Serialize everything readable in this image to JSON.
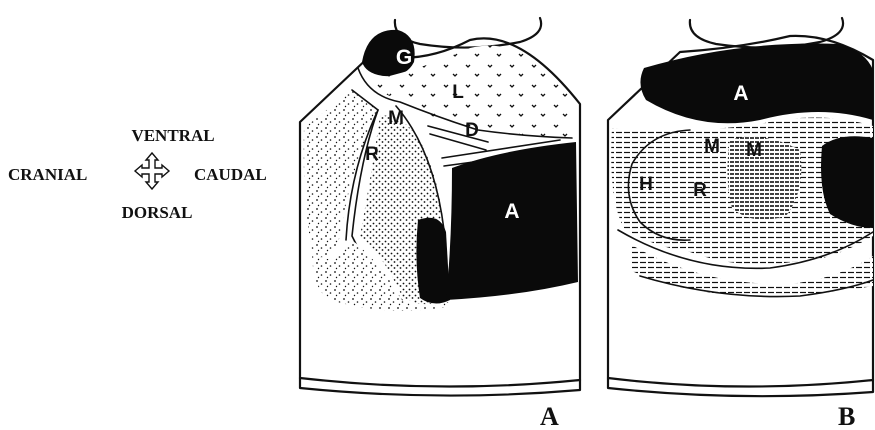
{
  "orientation": {
    "top": "VENTRAL",
    "left": "CRANIAL",
    "right": "CAUDAL",
    "bottom": "DORSAL",
    "icon": "four-way-arrow-icon"
  },
  "panel_a": {
    "letter": "A",
    "labels": {
      "g": "G",
      "l": "L",
      "m": "M",
      "d": "D",
      "r": "R",
      "a": "A"
    }
  },
  "panel_b": {
    "letter": "B",
    "labels": {
      "a": "A",
      "m1": "M",
      "m2": "M",
      "h": "H",
      "r": "R"
    }
  }
}
